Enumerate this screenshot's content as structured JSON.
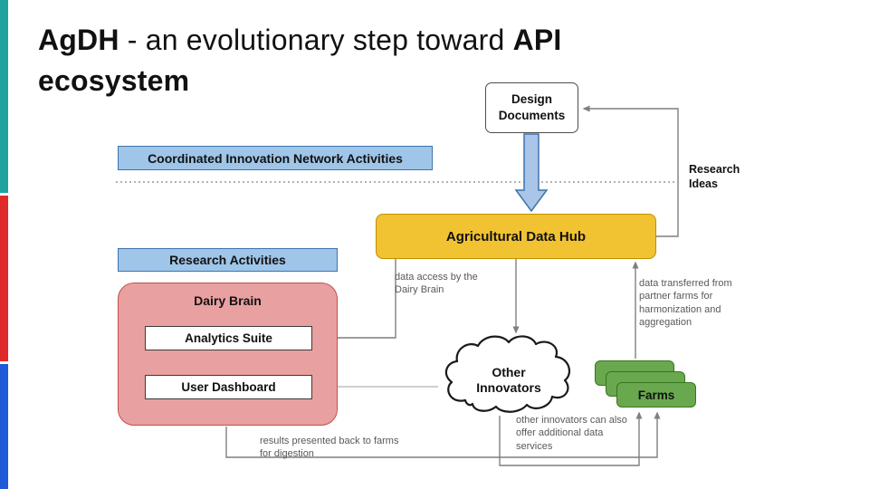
{
  "title": {
    "part1_bold": "AgDH",
    "part2": " - an evolutionary step toward ",
    "part3_bold": "API ecosystem"
  },
  "section_labels": {
    "coordinated_innovation": "Coordinated Innovation Network Activities",
    "research_activities": "Research Activities"
  },
  "nodes": {
    "design_documents": "Design Documents",
    "agricultural_data_hub": "Agricultural Data Hub",
    "dairy_brain": "Dairy Brain",
    "analytics_suite": "Analytics Suite",
    "user_dashboard": "User Dashboard",
    "other_innovators": "Other Innovators",
    "farms": "Farms"
  },
  "annotations": {
    "research_ideas": "Research Ideas",
    "data_access": "data access by the Dairy Brain",
    "data_transferred": "data transferred from partner farms for harmonization and aggregation",
    "results_back": "results presented back to farms for digestion",
    "other_innovators_offer": "other innovators can also offer additional data services"
  },
  "colors": {
    "label_blue_fill": "#9fc5e8",
    "label_blue_border": "#3d73ad",
    "hub_yellow_fill": "#f1c232",
    "hub_yellow_border": "#bf9000",
    "dairy_pink_fill": "#e9a0a0",
    "dairy_pink_border": "#c0504d",
    "farms_green_fill": "#6aa84f",
    "farms_green_border": "#38761d",
    "block_arrow_fill": "#a9c5e8",
    "block_arrow_border": "#3d73ad",
    "connector_gray": "#7f7f7f",
    "connector_light": "#c0c0c0",
    "edge_strip_teal": "#20a39e",
    "edge_strip_red": "#e02b2b",
    "edge_strip_blue": "#1f5bd8"
  }
}
